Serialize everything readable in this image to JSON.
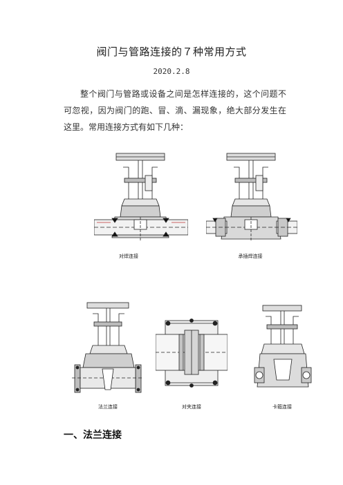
{
  "document": {
    "title": "阀门与管路连接的７种常用方式",
    "date": "2020.2.8",
    "intro": "整个阀门与管路或设备之间是怎样连接的，这个问题不可忽视，因为阀门的跑、冒、滴、漏现象，绝大部分发生在这里。常用连接方式有如下几种："
  },
  "figures": {
    "butt_weld": "对焊连接",
    "socket_weld": "承插焊连接",
    "flange": "法兰连接",
    "wafer": "对夹连接",
    "clamp": "卡箍连接"
  },
  "section": {
    "heading": "一、法兰连接"
  }
}
